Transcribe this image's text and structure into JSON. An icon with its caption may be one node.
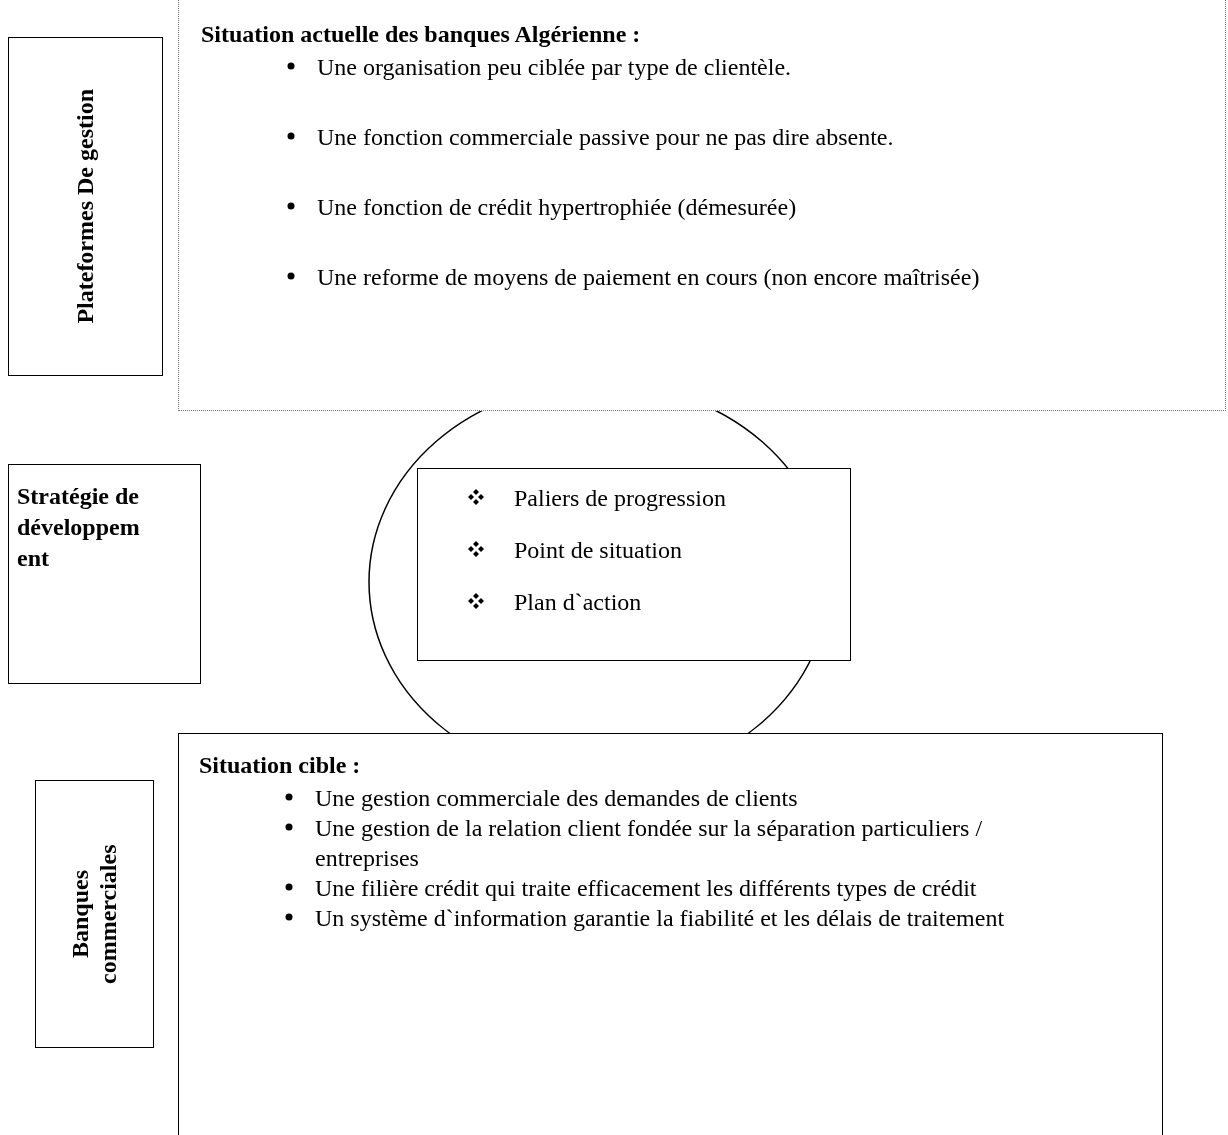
{
  "diagram": {
    "nodes": [
      {
        "text": [
          "Plateformes De gestion"
        ]
      },
      {
        "text": [
          "Situation actuelle des banques Algérienne :",
          "Une organisation peu ciblée par type de clientèle.",
          "Une fonction commerciale passive pour ne pas dire absente.",
          "Une fonction de crédit hypertrophiée (démesurée)",
          "Une reforme de moyens de paiement en cours (non encore maîtrisée)"
        ]
      },
      {
        "text": [
          "Stratégie de développement"
        ]
      },
      {
        "text": [],
        "shape": "ellipse"
      },
      {
        "text": [
          "Paliers de progression",
          "Point de situation",
          "Plan d`action"
        ],
        "in": 3
      },
      {
        "text": [
          "Banques commerciales"
        ]
      },
      {
        "text": [
          "Situation cible :",
          "Une gestion commerciale des demandes de clients",
          "Une gestion de la relation client fondée sur la séparation particuliers / entreprises",
          "Une filière crédit qui traite efficacement les différents types de crédit",
          "Un système d`information garantie la fiabilité et les délais de traitement"
        ]
      }
    ],
    "edges": []
  }
}
